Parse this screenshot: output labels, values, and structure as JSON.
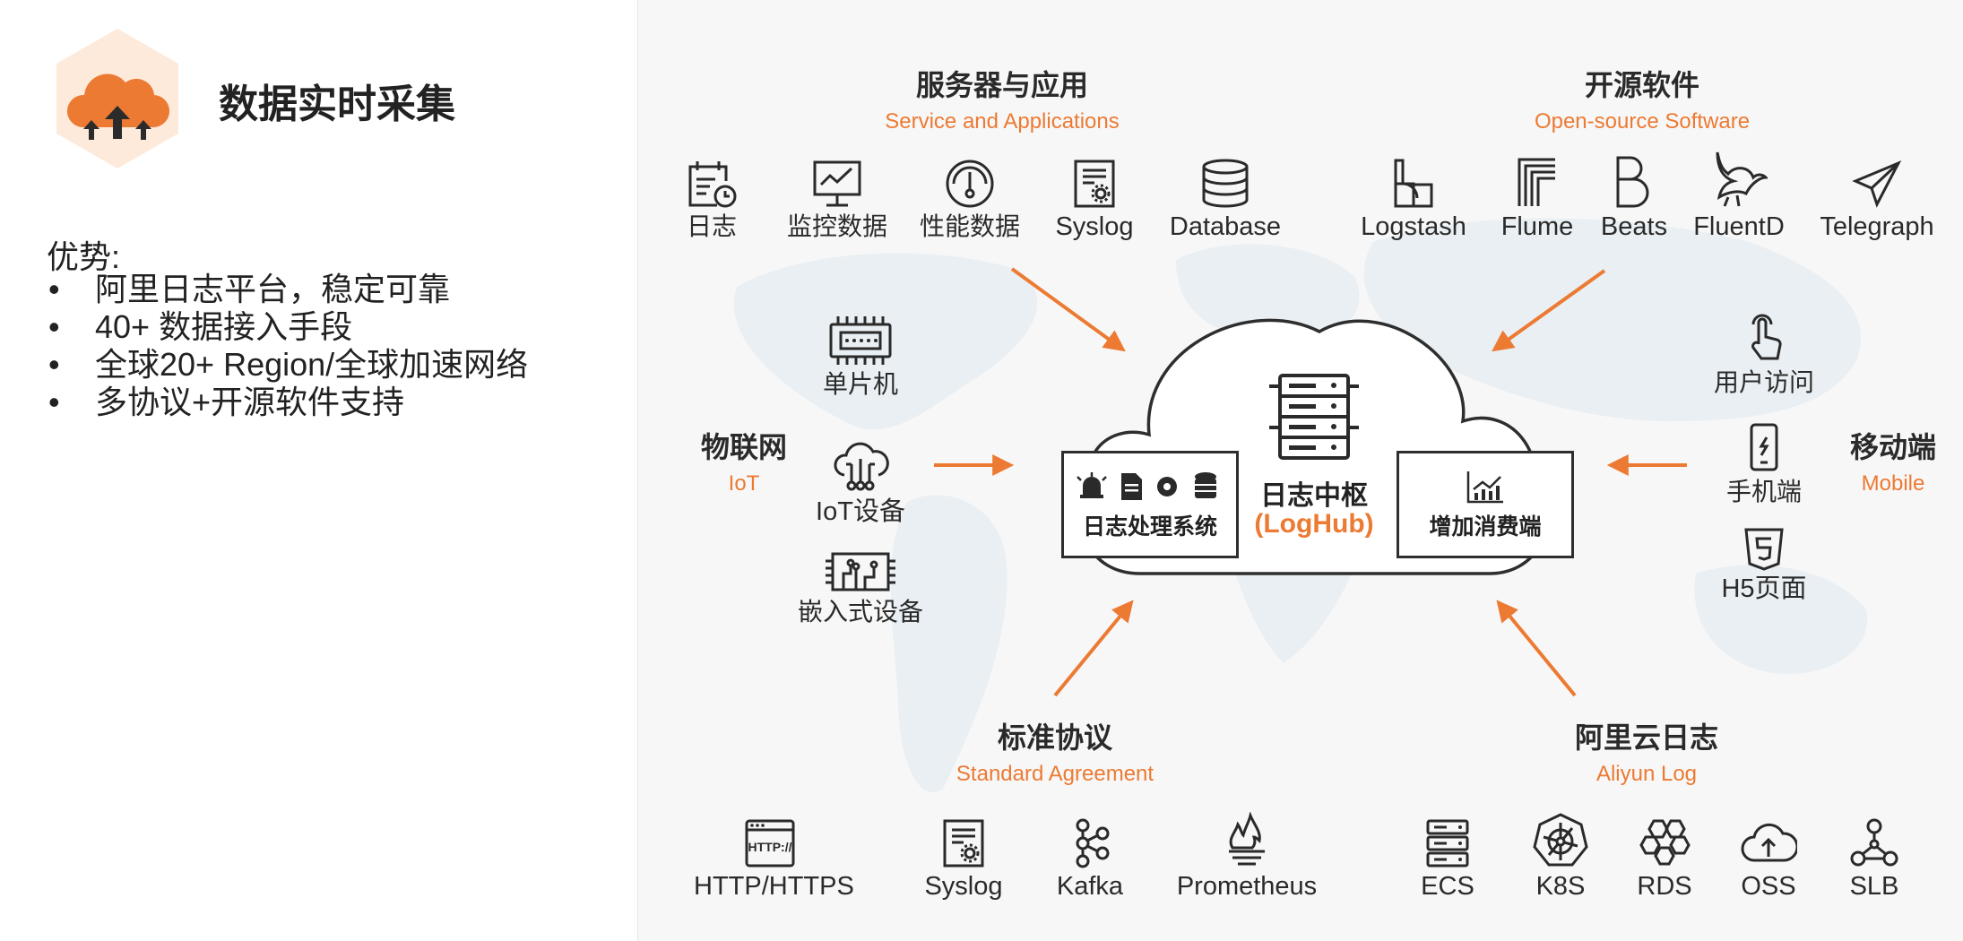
{
  "left": {
    "title": "数据实时采集",
    "advantages_heading": "优势:",
    "bullet": "•",
    "advantages": [
      "阿里日志平台，稳定可靠",
      "40+ 数据接入手段",
      "全球20+ Region/全球加速网络",
      "多协议+开源软件支持"
    ]
  },
  "colors": {
    "accent": "#ec7a33",
    "icon": "#333333",
    "cloud": "#f3b48a"
  },
  "groups": {
    "server": {
      "title": "服务器与应用",
      "subtitle": "Service and Applications",
      "items": [
        {
          "label": "日志",
          "icon": "log-calendar-icon"
        },
        {
          "label": "监控数据",
          "icon": "monitor-chart-icon"
        },
        {
          "label": "性能数据",
          "icon": "gauge-icon"
        },
        {
          "label": "Syslog",
          "icon": "syslog-document-icon"
        },
        {
          "label": "Database",
          "icon": "database-icon"
        }
      ]
    },
    "opensource": {
      "title": "开源软件",
      "subtitle": "Open-source Software",
      "items": [
        {
          "label": "Logstash",
          "icon": "logstash-icon"
        },
        {
          "label": "Flume",
          "icon": "flume-icon"
        },
        {
          "label": "Beats",
          "icon": "beats-icon"
        },
        {
          "label": "FluentD",
          "icon": "fluentd-bird-icon"
        },
        {
          "label": "Telegraph",
          "icon": "telegraph-paper-plane-icon"
        }
      ]
    },
    "iot": {
      "title": "物联网",
      "subtitle": "IoT",
      "items": [
        {
          "label": "单片机",
          "icon": "microcontroller-chip-icon"
        },
        {
          "label": "IoT设备",
          "icon": "iot-cloud-icon"
        },
        {
          "label": "嵌入式设备",
          "icon": "embedded-board-icon"
        }
      ]
    },
    "mobile": {
      "title": "移动端",
      "subtitle": "Mobile",
      "items": [
        {
          "label": "用户访问",
          "icon": "tap-hand-icon"
        },
        {
          "label": "手机端",
          "icon": "smartphone-icon"
        },
        {
          "label": "H5页面",
          "icon": "html5-icon"
        }
      ]
    },
    "standard": {
      "title": "标准协议",
      "subtitle": "Standard Agreement",
      "items": [
        {
          "label": "HTTP/HTTPS",
          "icon": "http-window-icon"
        },
        {
          "label": "Syslog",
          "icon": "syslog-document-icon"
        },
        {
          "label": "Kafka",
          "icon": "kafka-icon"
        },
        {
          "label": "Prometheus",
          "icon": "prometheus-flame-icon"
        }
      ]
    },
    "aliyun": {
      "title": "阿里云日志",
      "subtitle": "Aliyun Log",
      "items": [
        {
          "label": "ECS",
          "icon": "server-stack-icon"
        },
        {
          "label": "K8S",
          "icon": "kubernetes-icon"
        },
        {
          "label": "RDS",
          "icon": "hexagons-icon"
        },
        {
          "label": "OSS",
          "icon": "cloud-upload-icon"
        },
        {
          "label": "SLB",
          "icon": "load-balancer-icon"
        }
      ]
    }
  },
  "center": {
    "hub_title": "日志中枢",
    "hub_subtitle": "(LogHub)",
    "processing_label": "日志处理系统",
    "consumer_label": "增加消费端"
  }
}
